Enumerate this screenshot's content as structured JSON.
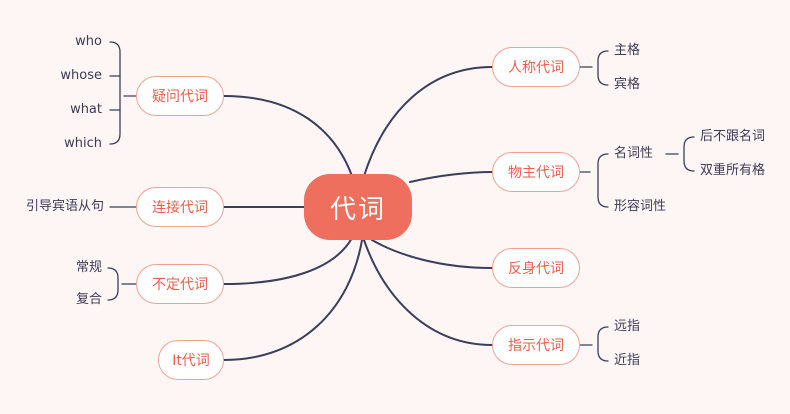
{
  "center": {
    "label": "代词"
  },
  "branches": {
    "interrogative": {
      "label": "疑问代词",
      "items": [
        "who",
        "whose",
        "what",
        "which"
      ]
    },
    "connective": {
      "label": "连接代词",
      "items": [
        "引导宾语从句"
      ]
    },
    "indefinite": {
      "label": "不定代词",
      "items": [
        "常规",
        "复合"
      ]
    },
    "it": {
      "label": "It代词"
    },
    "personal": {
      "label": "人称代词",
      "items": [
        "主格",
        "宾格"
      ]
    },
    "possessive": {
      "label": "物主代词",
      "nominal": {
        "label": "名词性",
        "items": [
          "后不跟名词",
          "双重所有格"
        ]
      },
      "adjectival": {
        "label": "形容词性"
      }
    },
    "reflexive": {
      "label": "反身代词"
    },
    "demonstrative": {
      "label": "指示代词",
      "items": [
        "远指",
        "近指"
      ]
    }
  },
  "colors": {
    "background": "#fdf6f4",
    "center_fill": "#ee6f5e",
    "branch_border": "#f0a294",
    "branch_text": "#ea5f4a",
    "line": "#3a3d5c"
  }
}
